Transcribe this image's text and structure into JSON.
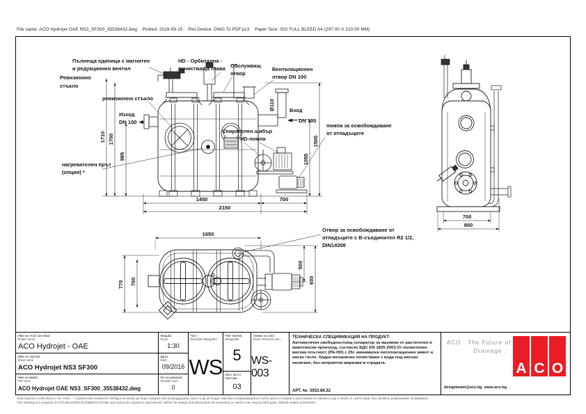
{
  "page": {
    "file_info": "File name: ACO Hydrojet OAE NS3_SF300_35538432.dwg    Plotted: 2016-09-15    Plot Device: DWG To PDF.pc3    Paper Size: ISO FULL BLEED A4 (297.00 X 210.00 MM)",
    "disclaimer_bg": "Този чертеж е собственост на \"АСО — Строителни елементи\" ЕООД и не може да бъде копиран или репродуциран, както и да не бъдат чертежа и информацията в него преотстъпвани и използвани по какъвто и да е начин от трети лица, без писмено разрешение на фирмата.",
    "disclaimer_en": "This drawing is a property of ACO BUILDING ELEMENTS EOOD and cannot be copied or reproduced, neither be design and information be presented or used in any way by third party, without written permission."
  },
  "callouts": {
    "filling_unit_l1": "Пълнеща единица  с магнитен",
    "filling_unit_l2": "и редукционен вентил",
    "sight_glass_top_l1": "Ревизионно",
    "sight_glass_top_l2": "стъкло",
    "sight_glass": "ревизионно стъкло",
    "orbital_head_l1": "HD - Орбитална -",
    "orbital_head_l2": "почистваща глава",
    "service_opening_l1": "Обслужващ",
    "service_opening_l2": "отвор",
    "vent_l1": "Вентилационен",
    "vent_l2": "отвор DN 100",
    "outlet_l1": "Изход",
    "outlet_l2": "DN 100",
    "inlet_l1": "Вход",
    "inlet_l2": "DN 100",
    "pipe_dia": "Ø110",
    "gate_valve_l1": "Спирателен шибър",
    "gate_valve_l2": "HD-помпа",
    "waste_pump_l1": "помпа за освобождаване",
    "waste_pump_l2": "от отпадъците",
    "heater_l1": "нагревателен прът",
    "heater_l2": "(опция) *",
    "waste_port_l1": "Отвор за освобождаване от",
    "waste_port_l2": "отпадъците с B-съединител R2 1/2,",
    "waste_port_l3": "DIN14308"
  },
  "dims": {
    "front": {
      "h1710": "1710",
      "h1700": "1700",
      "h985": "985",
      "h1055": "1055",
      "h1500": "1500",
      "w1450": "1450",
      "w700": "700",
      "w2150": "2150"
    },
    "side": {
      "w700": "700",
      "w800": "800"
    },
    "plan": {
      "w1650": "1650",
      "h770": "770",
      "h700": "700",
      "h500": "500",
      "h930": "930"
    }
  },
  "titleblock": {
    "project": {
      "bg": "Име на ACO система:",
      "en": "Project name",
      "value": "ACO Hydrojet - OAE"
    },
    "sheet": {
      "bg": "Име на чертеж:",
      "en": "Sheet name",
      "value": "ACO Hydrojet NS3 SF300"
    },
    "file": {
      "bg": "Име на файл:",
      "en": "File name",
      "value": "ACO Hydrojet OAE NS3_SF300_35538432.dwg"
    },
    "scale": {
      "bg": "Мащаб:",
      "en": "Scale",
      "value": "1:30"
    },
    "date": {
      "bg": "Дата:",
      "en": "Date",
      "value": "09/2016"
    },
    "revision": {
      "bg": "No на ревизия:",
      "en": "Revision num.",
      "value": "0"
    },
    "discipline": {
      "bg": "Част :",
      "en": "Discipline designator",
      "value": "WS"
    },
    "type": {
      "bg": "Тип чертеж :",
      "en": "Designator",
      "value": "5"
    },
    "sheet_count": {
      "bg": "Лист No от листове:",
      "value": "03"
    },
    "sheet_ref": {
      "bg": "Номер на лист :",
      "en": "Sheet reference num.",
      "value": "WS-003"
    },
    "spec_title": "ТЕХНИЧЕСКА СПЕЦИФИКАЦИЯ НА ПРОДУКТ:",
    "spec_body": "Автоматичен свободностоящ сепаратор за мазнини от растителен и животински произход, съгласно БДС EN 1825:2003.От полиетилен висока плътност (PE-HD) с 25г. минимален експлоатационен живот и ниско тегло. Хидро-механично почистване с вода под високо налягане, без неприятни миризми в сградата.",
    "article": "АРТ. №: 3553.84.32"
  },
  "brand": {
    "slogan1": "ACO . The Future of",
    "slogan2": "Drainage .",
    "contact": "designteam@aco.bg  www.aco.bg",
    "logo_letters": [
      "A",
      "C",
      "O"
    ],
    "logo_color": "#ec1c24"
  }
}
